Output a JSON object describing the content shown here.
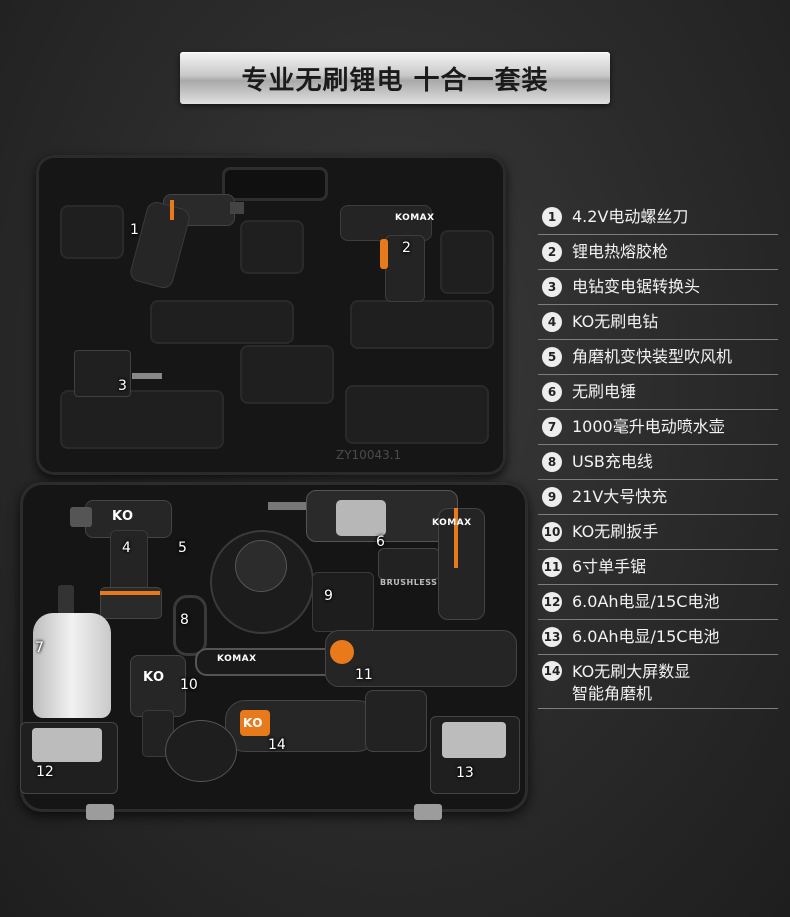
{
  "banner": {
    "title": "专业无刷锂电 十合一套装"
  },
  "watermark": "ZY10043.1",
  "brand": {
    "logo": "KOMAX",
    "ko": "KO",
    "brushless": "BRUSHLESS"
  },
  "tool_numbers": [
    "1",
    "2",
    "3",
    "4",
    "5",
    "6",
    "7",
    "8",
    "9",
    "10",
    "11",
    "12",
    "13",
    "14"
  ],
  "items": [
    {
      "num": "1",
      "label": "4.2V电动螺丝刀"
    },
    {
      "num": "2",
      "label": "锂电热熔胶枪"
    },
    {
      "num": "3",
      "label": "电钻变电锯转换头"
    },
    {
      "num": "4",
      "label": "KO无刷电钻"
    },
    {
      "num": "5",
      "label": "角磨机变快装型吹风机"
    },
    {
      "num": "6",
      "label": "无刷电锤"
    },
    {
      "num": "7",
      "label": "1000毫升电动喷水壶"
    },
    {
      "num": "8",
      "label": "USB充电线"
    },
    {
      "num": "9",
      "label": "21V大号快充"
    },
    {
      "num": "10",
      "label": "KO无刷扳手"
    },
    {
      "num": "11",
      "label": "6寸单手锯"
    },
    {
      "num": "12",
      "label": "6.0Ah电显/15C电池"
    },
    {
      "num": "13",
      "label": "6.0Ah电显/15C电池"
    },
    {
      "num": "14",
      "label": "KO无刷大屏数显",
      "label2": "智能角磨机"
    }
  ],
  "colors": {
    "accent": "#e87a1c",
    "list_divider": "#7d7d7d"
  }
}
